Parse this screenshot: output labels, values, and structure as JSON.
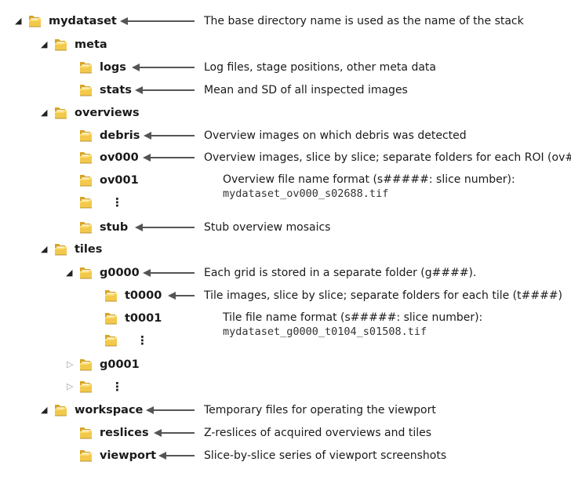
{
  "tree": {
    "root": "mydataset",
    "meta": "meta",
    "logs": "logs",
    "stats": "stats",
    "overviews": "overviews",
    "debris": "debris",
    "ov000": "ov000",
    "ov001": "ov001",
    "ov_more": "⋮",
    "stub": "stub",
    "tiles": "tiles",
    "g0000": "g0000",
    "t0000": "t0000",
    "t0001": "t0001",
    "t_more": "⋮",
    "g0001": "g0001",
    "g_more": "⋮",
    "workspace": "workspace",
    "reslices": "reslices",
    "viewport": "viewport"
  },
  "descriptions": {
    "root": "The base directory name is used as the name of the stack",
    "logs": "Log files, stage positions, other meta data",
    "stats": "Mean and SD of all inspected images",
    "debris": "Overview images on which debris was detected",
    "ov000": "Overview images, slice by slice; separate folders for each ROI (ov###)",
    "ov_format": "Overview file name format (s#####: slice number):",
    "ov_example": "mydataset_ov000_s02688.tif",
    "stub": "Stub overview mosaics",
    "g0000": "Each grid is stored in a separate folder (g####).",
    "t0000": "Tile images, slice by slice; separate folders for each tile (t####)",
    "tile_format": "Tile file name format (s#####: slice number):",
    "tile_example": "mydataset_g0000_t0104_s01508.tif",
    "workspace": "Temporary files for operating the viewport",
    "reslices": "Z-reslices of acquired overviews and tiles",
    "viewport": "Slice-by-slice series of viewport screenshots"
  },
  "colors": {
    "folder_body": "#f2c94c",
    "folder_back": "#d9a520",
    "arrow": "#555555"
  },
  "icons": {
    "folder": "folder-icon",
    "expanded": "triangle-expanded-icon",
    "collapsed": "triangle-collapsed-icon"
  }
}
